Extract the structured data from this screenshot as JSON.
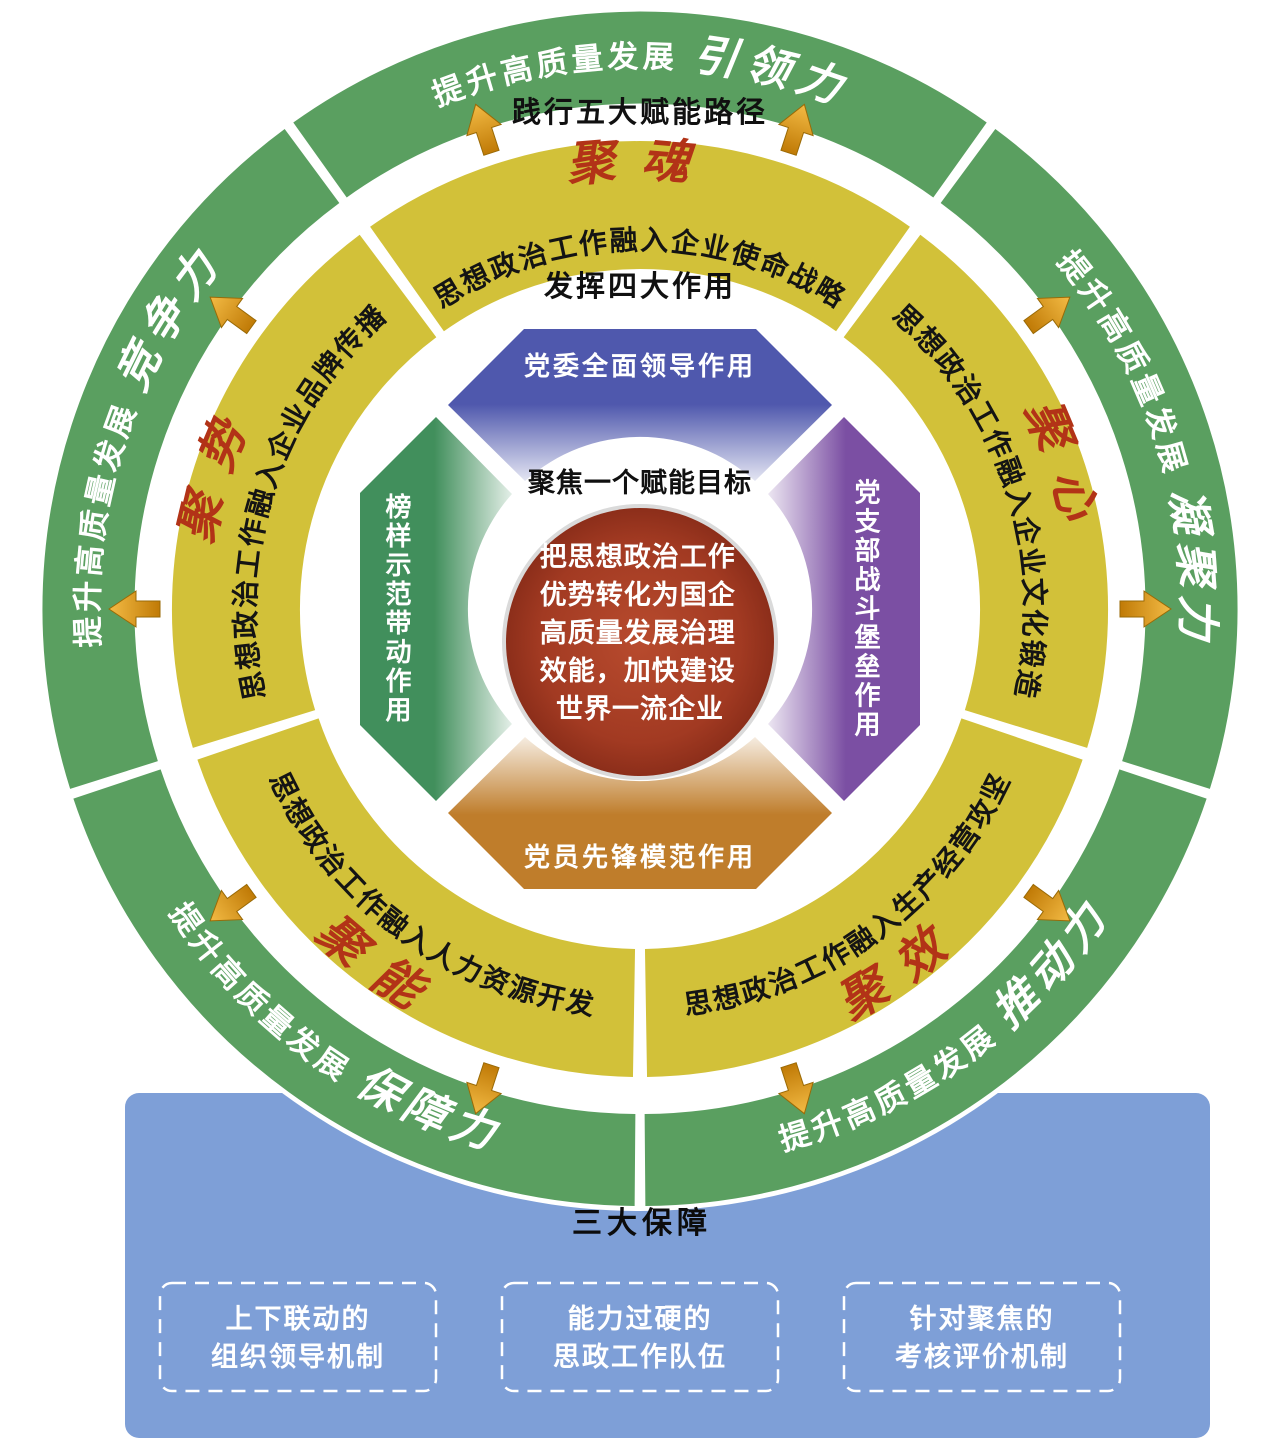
{
  "colors": {
    "ring_green": "#5a9f60",
    "ring_yellow": "#d2c139",
    "seg_title_red": "#b23317",
    "footer_blue": "#7e9fd7",
    "center_red": "#a23a22",
    "quarter_blue": "#4f58ad",
    "quarter_purple": "#7b4fa3",
    "quarter_orange": "#bf7d2b",
    "quarter_green": "#418f5c",
    "arrow_light": "#f3bb45",
    "arrow_dark": "#c07a06"
  },
  "icons": {
    "direction_arrow": "outward-arrow"
  },
  "outer_ring": {
    "segments": [
      {
        "prefix": "提升高质量发展",
        "power": "引领力"
      },
      {
        "prefix": "提升高质量发展",
        "power": "凝聚力"
      },
      {
        "prefix": "提升高质量发展",
        "power": "推动力"
      },
      {
        "prefix": "提升高质量发展",
        "power": "保障力"
      },
      {
        "prefix": "提升高质量发展",
        "power": "竞争力"
      }
    ]
  },
  "middle_ring": {
    "path_label": "践行五大赋能路径",
    "segments": [
      {
        "title": "聚魂",
        "text": "思想政治工作融入企业使命战略"
      },
      {
        "title": "聚心",
        "text": "思想政治工作融入企业文化锻造"
      },
      {
        "title": "聚效",
        "text": "思想政治工作融入生产经营攻坚"
      },
      {
        "title": "聚能",
        "text": "思想政治工作融入人力资源开发"
      },
      {
        "title": "聚势",
        "text": "思想政治工作融入企业品牌传播"
      }
    ]
  },
  "inner_ring": {
    "title": "发挥四大作用",
    "segments": [
      {
        "label": "党委全面领导作用"
      },
      {
        "label": "党支部战斗堡垒作用"
      },
      {
        "label": "党员先锋模范作用"
      },
      {
        "label": "榜样示范带动作用"
      }
    ]
  },
  "center": {
    "goal_label": "聚焦一个赋能目标",
    "goal_lines": [
      "把思想政治工作",
      "优势转化为国企",
      "高质量发展治理",
      "效能，加快建设",
      "世界一流企业"
    ]
  },
  "footer": {
    "title": "三大保障",
    "boxes": [
      {
        "line1": "上下联动的",
        "line2": "组织领导机制"
      },
      {
        "line1": "能力过硬的",
        "line2": "思政工作队伍"
      },
      {
        "line1": "针对聚焦的",
        "line2": "考核评价机制"
      }
    ]
  }
}
